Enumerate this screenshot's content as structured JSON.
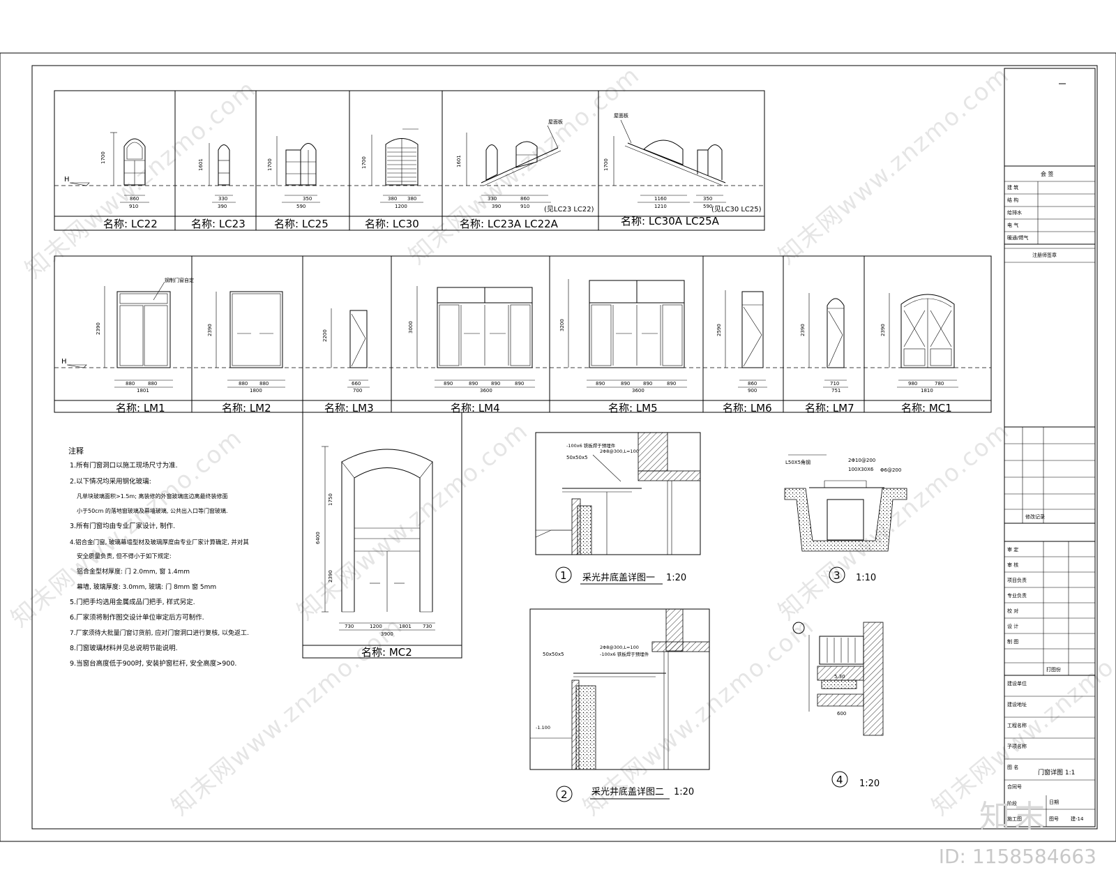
{
  "windows": [
    {
      "label": "名称: LC22"
    },
    {
      "label": "名称: LC23"
    },
    {
      "label": "名称: LC25"
    },
    {
      "label": "名称: LC30"
    },
    {
      "label": "名称: LC23A LC22A",
      "note": "(见LC23 LC22)"
    },
    {
      "label": "名称: LC30A LC25A",
      "note": "(见LC30 LC25)"
    }
  ],
  "doors": [
    {
      "label": "名称: LM1",
      "note": "钢制门窗自定",
      "width": "1801"
    },
    {
      "label": "名称: LM2",
      "width": "1800"
    },
    {
      "label": "名称: LM3",
      "width": "700"
    },
    {
      "label": "名称: LM4",
      "width": "3600"
    },
    {
      "label": "名称: LM5",
      "width": "3600"
    },
    {
      "label": "名称: LM6",
      "width": "900"
    },
    {
      "label": "名称: LM7",
      "width": "751"
    },
    {
      "label": "名称: MC1",
      "width": "1810"
    }
  ],
  "mc2": {
    "label": "名称: MC2",
    "width": "3900",
    "height": "6400"
  },
  "notes": {
    "title": "注释",
    "items": [
      "1.所有门窗洞口以施工现场尺寸为准.",
      "2.以下情况均采用钢化玻璃:",
      "凡单块玻璃面积>1.5m; 离装修的外窗玻璃底边离最终装修面",
      "小于50cm 的落地窗玻璃及幕墙玻璃, 公共出入口等门窗玻璃.",
      "3.所有门窗均由专业厂家设计, 制作.",
      "4.铝合金门窗, 玻璃幕墙型材及玻璃厚度由专业厂家计算确定, 并对其",
      "安全质量负责, 但不得小于如下规定:",
      "铝合金型材厚度: 门 2.0mm, 窗 1.4mm",
      "幕墙, 玻璃厚度: 3.0mm, 玻璃: 门 8mm 窗 5mm",
      "5.门把手均选用金属成品门把手, 样式另定.",
      "6.厂家须将制作图交设计单位审定后方可制作.",
      "7.厂家须待大批量门窗订货前, 应对门窗洞口进行复核, 以免返工.",
      "8.门窗玻璃材料并见总说明节能说明.",
      "9.当窗台高度低于900时, 安装护窗栏杆, 安全高度>900."
    ]
  },
  "details": [
    {
      "num": "1",
      "title": "采光井底盖详图一",
      "scale": "1:20"
    },
    {
      "num": "2",
      "title": "采光井底盖详图二",
      "scale": "1:20"
    },
    {
      "num": "3",
      "scale": "1:10"
    },
    {
      "num": "4",
      "scale": "1:20"
    }
  ],
  "dims": {
    "d1a": "2Φ8@300,L=100",
    "d1b": "-100x6 铁板焊于预埋件",
    "d1c": "50x50x5",
    "d3a": "L50X5角钢",
    "d3b": "2Φ10@200",
    "d3c": "100X30X6",
    "d3d": "Φ6@200",
    "d4a": "5.30",
    "d4b": "600",
    "d2lvl": "-1.100"
  },
  "title_block": {
    "sign": "会 签",
    "disciplines": [
      "建 筑",
      "结 构",
      "给排水",
      "电 气",
      "暖通/燃气"
    ],
    "stamp": "注册师签章",
    "rev": "修改记录",
    "roles": [
      "审 定",
      "审 核",
      "项目负责",
      "专业负责",
      "校 对",
      "设 计",
      "制 图"
    ],
    "print": "打图份",
    "client": "建设单位",
    "address": "建设地址",
    "project": "工程名称",
    "subitem": "子项名称",
    "drawing_title": "图 名",
    "drawing_title_value": "门窗详图 1:1",
    "no_label": "合同号",
    "stage_label": "阶段",
    "date_label": "日期",
    "stage_value": "施工图",
    "num_label": "图号",
    "num_value": "建-14"
  },
  "watermark": "知末网www.znzmo.com",
  "brand": "知末",
  "image_id": "ID: 1158584663"
}
